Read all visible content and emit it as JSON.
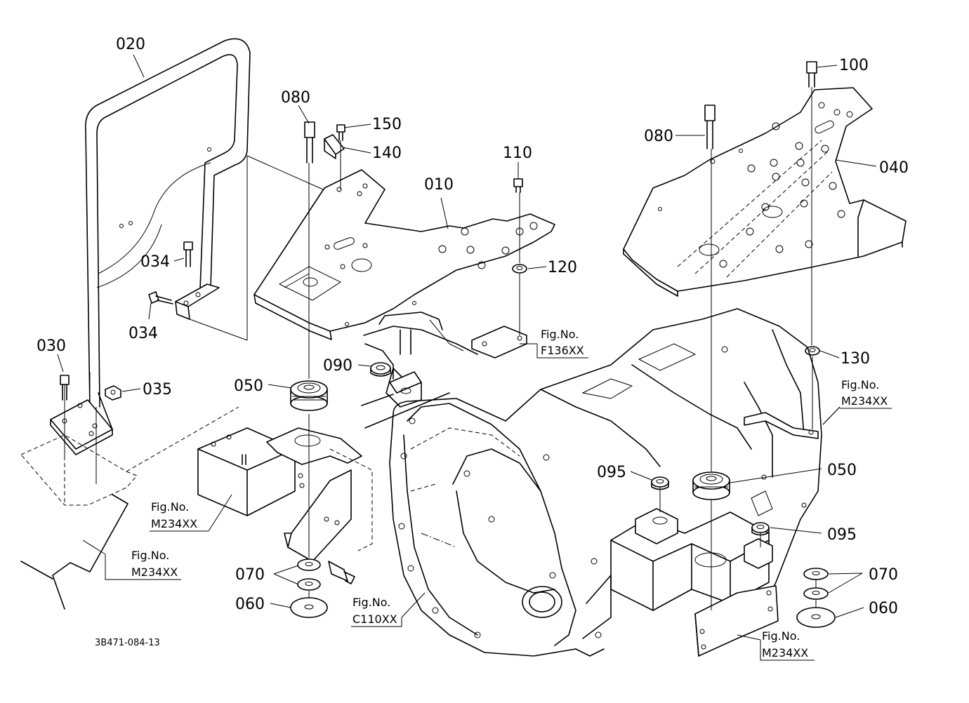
{
  "callouts": {
    "c020": "020",
    "c080a": "080",
    "c150": "150",
    "c140": "140",
    "c010": "010",
    "c110": "110",
    "c100": "100",
    "c080b": "080",
    "c040": "040",
    "c034a": "034",
    "c034b": "034",
    "c120": "120",
    "c030": "030",
    "c035": "035",
    "c050a": "050",
    "c090": "090",
    "c130": "130",
    "c095a": "095",
    "c050b": "050",
    "c095b": "095",
    "c070a": "070",
    "c060a": "060",
    "c070b": "070",
    "c060b": "060"
  },
  "figrefs": {
    "f136": {
      "line1": "Fig.No.",
      "line2": "F136XX"
    },
    "m234_right_top": {
      "line1": "Fig.No.",
      "line2": "M234XX"
    },
    "m234_mid": {
      "line1": "Fig.No.",
      "line2": "M234XX"
    },
    "m234_left": {
      "line1": "Fig.No.",
      "line2": "M234XX"
    },
    "c110": {
      "line1": "Fig.No.",
      "line2": "C110XX"
    },
    "m234_bottom": {
      "line1": "Fig.No.",
      "line2": "M234XX"
    }
  },
  "diagram_code": "3B471-084-13"
}
